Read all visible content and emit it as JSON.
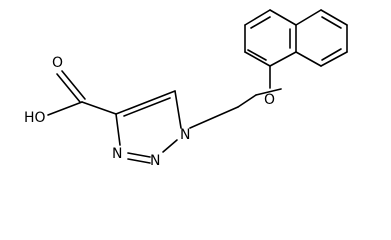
{
  "molecule": {
    "atoms": {
      "ho": "HO",
      "o_carbonyl": "O",
      "n1": "N",
      "n2": "N",
      "n3": "N",
      "o_ether": "O"
    }
  },
  "colors": {
    "bond": "#000000",
    "label": "#000000",
    "background": "#ffffff"
  }
}
